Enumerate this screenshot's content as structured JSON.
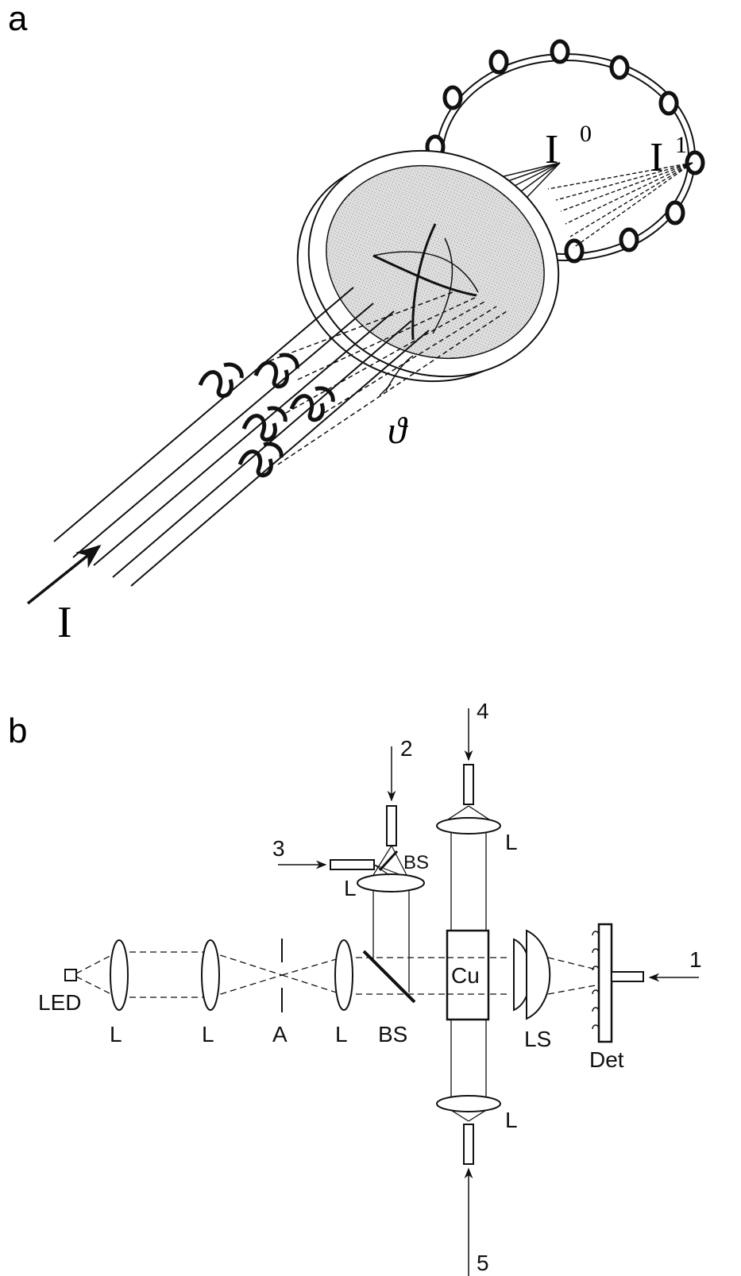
{
  "panel_a": {
    "label": "a",
    "incident_beam": "I",
    "zero_order": "I",
    "zero_order_superscript": "0",
    "first_order": "I",
    "first_order_superscript": "1",
    "angle": "ϑ"
  },
  "panel_b": {
    "label": "b",
    "led": "LED",
    "lens": "L",
    "aperture": "A",
    "beam_splitter": "BS",
    "cuvette": "Cu",
    "lens_system": "LS",
    "detector": "Det",
    "port_1": "1",
    "port_2": "2",
    "port_3": "3",
    "port_4": "4",
    "port_5": "5"
  },
  "colors": {
    "ink": "#111111",
    "disk_fill": "#dcdcdc"
  }
}
